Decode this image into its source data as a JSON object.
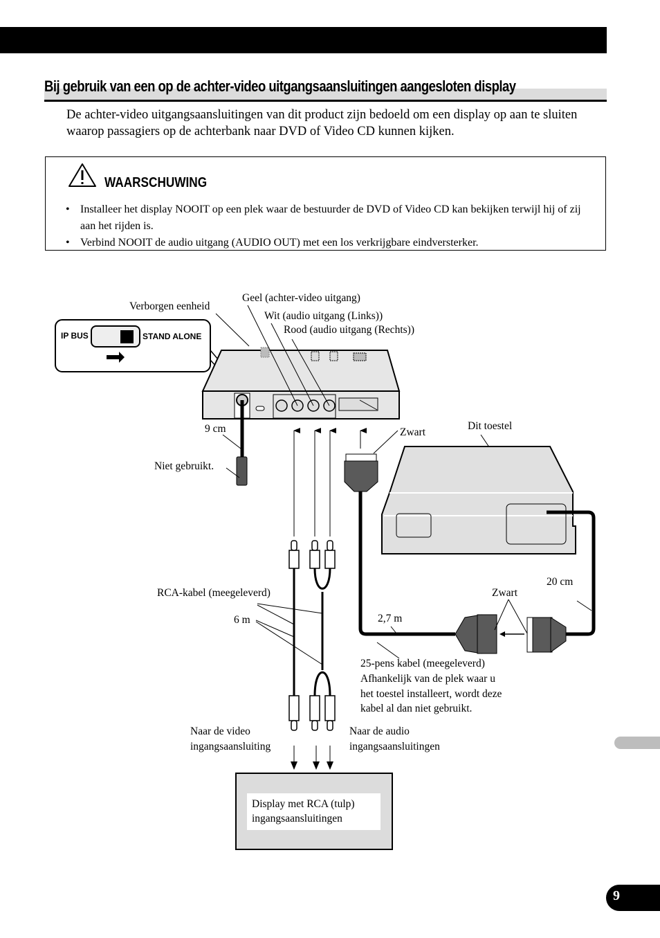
{
  "page": {
    "heading": "Bij gebruik van een op de achter-video uitgangsaansluitingen aangesloten display",
    "intro": "De achter-video uitgangsaansluitingen van dit product zijn bedoeld om een display op aan te sluiten waarop passagiers op de achterbank naar DVD of Video CD kunnen kijken.",
    "page_number": "9"
  },
  "warning": {
    "icon": "warning-triangle-icon",
    "title": "WAARSCHUWING",
    "items": [
      "Installeer het display NOOIT op een plek waar de bestuurder de DVD of Video CD kan bekijken terwijl hij of zij aan het rijden is.",
      "Verbind NOOIT de audio uitgang (AUDIO OUT) met een los verkrijgbare eindversterker."
    ]
  },
  "diagram": {
    "switch": {
      "left_label": "IP BUS",
      "right_label": "STAND ALONE",
      "position": "STAND ALONE"
    },
    "labels": {
      "hidden_unit": "Verborgen eenheid",
      "yellow": "Geel (achter-video uitgang)",
      "white": "Wit (audio uitgang (Links))",
      "red": "Rood (audio uitgang (Rechts))",
      "nine_cm": "9 cm",
      "not_used": "Niet gebruikt.",
      "black_top": "Zwart",
      "this_unit": "Dit toestel",
      "rca_cable": "RCA-kabel (meegeleverd)",
      "six_m": "6 m",
      "twenty_cm": "20 cm",
      "black_bottom": "Zwart",
      "two_seven_m": "2,7 m",
      "cable_25_line1": "25-pens kabel (meegeleverd)",
      "cable_25_line2": "Afhankelijk van de plek waar u",
      "cable_25_line3": "het toestel installeert, wordt deze",
      "cable_25_line4": "kabel al dan niet gebruikt.",
      "to_video_line1": "Naar de video",
      "to_video_line2": "ingangsaansluiting",
      "to_audio_line1": "Naar de audio",
      "to_audio_line2": "ingangsaansluitingen",
      "display_line1": "Display met RCA (tulp)",
      "display_line2": "ingangsaansluitingen"
    }
  }
}
